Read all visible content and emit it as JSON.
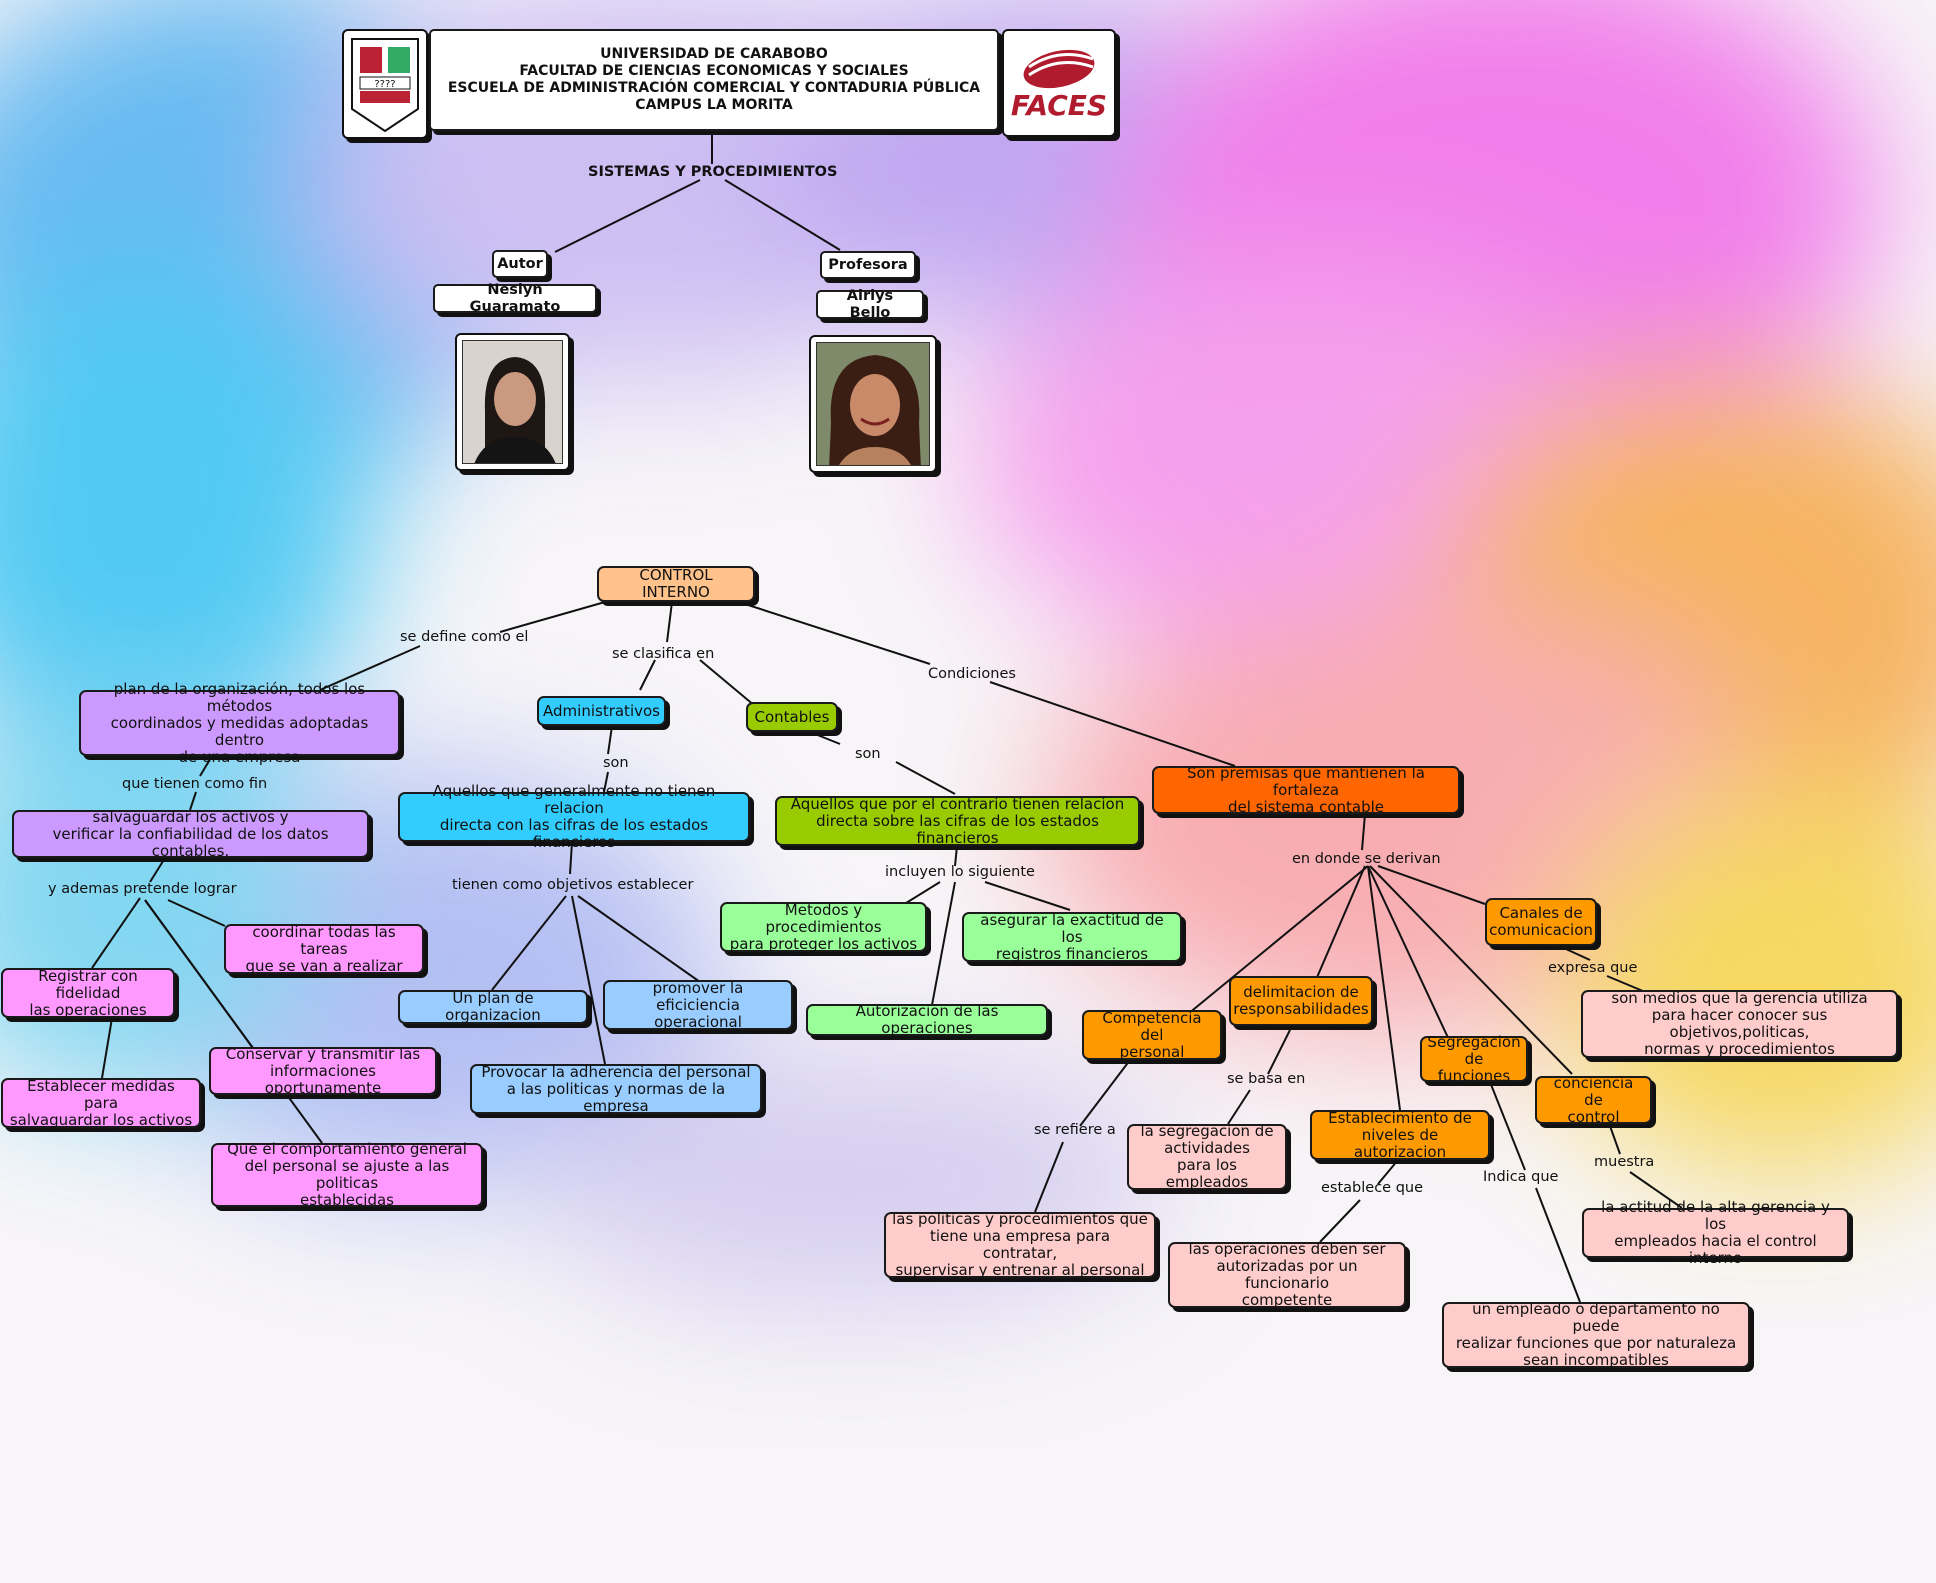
{
  "header": {
    "university_lines": "UNIVERSIDAD DE CARABOBO\nFACULTAD DE CIENCIAS ECONOMICAS Y SOCIALES\nESCUELA DE ADMINISTRACIÓN COMERCIAL Y CONTADURIA PÚBLICA\nCAMPUS LA MORITA",
    "faces_logo_text": "FACES",
    "seal_text": "????"
  },
  "subject": "SISTEMAS Y PROCEDIMIENTOS",
  "people": {
    "author_role": "Autor",
    "author_name": "Neslyn Guaramato",
    "professor_role": "Profesora",
    "professor_name": "Airlys Bello"
  },
  "nodes": {
    "control_interno": "CONTROL INTERNO",
    "plan_org": "plan de la organización, todos los métodos\ncoordinados y medidas adoptadas  dentro\nde una empresa",
    "salvaguardar": "salvaguardar los activos y\nverificar la confiabilidad de los datos contables.",
    "coordinar": "coordinar todas las tareas\nque se van a realizar",
    "registrar": "Registrar con fidelidad\nlas operaciones",
    "conservar": "Conservar y transmitir las\ninformaciones oportunamente",
    "establecer_medidas": "Establecer medidas para\nsalvaguardar los activos",
    "comportamiento": "Que el comportamiento general\ndel personal se ajuste a las politicas\nestablecidas",
    "administrativos": "Administrativos",
    "contables": "Contables",
    "aquellos_admin": "Aquellos que generalmente no tienen relacion\ndirecta con las cifras de los estados financieros",
    "aquellos_cont": "Aquellos que por el contrario tienen relacion\ndirecta sobre las cifras de los estados financieros",
    "plan_organizacion": "Un plan de organizacion",
    "promover": "promover la eficiciencia\noperacional",
    "provocar": "Provocar la adherencia del personal\na las politicas y normas de la empresa",
    "metodos": "Metodos y procedimientos\npara proteger los activos",
    "asegurar": "asegurar la exactitud de los\nregistros financieros",
    "autorizacion": "Autorizacion de las operaciones",
    "son_premisas": "Son premisas que mantienen la fortaleza\ndel sistema contable",
    "canales": "Canales de\ncomunicacion",
    "son_medios": "son medios que la gerencia utiliza\npara hacer conocer sus objetivos,politicas,\nnormas y procedimientos",
    "delimitacion": "delimitacion de\nresponsabilidades",
    "competencia": "Competencia del\npersonal",
    "segregacion": "Segregacion\nde funciones",
    "conciencia": "conciencia de\ncontrol",
    "la_segregacion": "la segregacion de\nactividades\npara los empleados",
    "establecimiento": "Establecimiento de\nniveles de autorizacion",
    "las_politicas": "las politicas y procedimientos que\ntiene una empresa para contratar,\nsupervisar y entrenar al personal",
    "las_operaciones": "las operaciones deben ser\nautorizadas por un funcionario\ncompetente",
    "un_empleado": "un empleado o departamento no puede\nrealizar funciones que por naturaleza\nsean incompatibles",
    "la_actitud": "la actitud de la alta gerencia y los\nempleados hacia el control interno"
  },
  "links": {
    "se_define": "se define como el",
    "se_clasifica": "se clasifica en",
    "condiciones": "Condiciones",
    "que_tienen": "que tienen como fin",
    "y_ademas": "y ademas pretende lograr",
    "son1": "son",
    "son2": "son",
    "tienen_objetivos": "tienen como objetivos establecer",
    "incluyen": "incluyen lo siguiente",
    "en_donde": "en donde se derivan",
    "expresa": "expresa que",
    "se_basa": "se  basa en",
    "se_refiere": "se refiere a",
    "establece": "establece que",
    "indica": "Indica que",
    "muestra": "muestra"
  }
}
